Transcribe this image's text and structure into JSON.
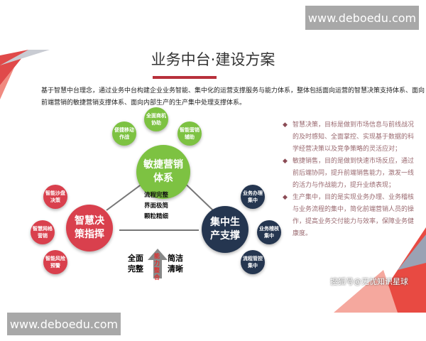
{
  "watermark": "www.deboedu.com",
  "title": "业务中台·建设方案",
  "intro": "基于智慧中台理念，通过业务中台构建企业业务智能、集中化的运营支撑服务与能力体系，整体包括面向运营的智慧决策支持体系、面向前端营销的敏捷营销支撑体系、面向内部生产的生产集中处理支撑体系。",
  "green": {
    "main": "敏捷营销体系",
    "subs": [
      "全面商机协助",
      "便捷移动作战",
      "智能营销辅助"
    ]
  },
  "red": {
    "main": "智慧决策指挥",
    "subs": [
      "智能沙盘决策",
      "智慧网格营销",
      "智能风险预警"
    ]
  },
  "navy": {
    "main": "集中生产支撑",
    "subs": [
      "业务办理集中",
      "业务稽核集中",
      "流程管控集中"
    ]
  },
  "center": [
    "流程完整",
    "界面极简",
    "颗粒精细"
  ],
  "arrow": {
    "label": "能力整合",
    "left": "全面完整",
    "right": "简洁清晰"
  },
  "points": [
    "智慧决策，目标是做到市场信息与前线战况的及时感知、全面掌控、实现基于数据的科学经营决策以及竞争策略的灵活应对；",
    "敏捷销售，目的是做到快速市场反应，通过前后端协同，提升前端销售能力，激发一线的活力与作战能力，提升业绩表现；",
    "生产集中，目的是实现业务办理、业务稽核与业务流程的集中，简化前端营销人员的操作，提高业务交付能力与效率，保障业务健康度。"
  ],
  "credit": "搜狐号@无忧知识星球",
  "colors": {
    "green": "#7dc242",
    "red": "#d9404d",
    "navy": "#253650",
    "accent": "#b8303b"
  }
}
